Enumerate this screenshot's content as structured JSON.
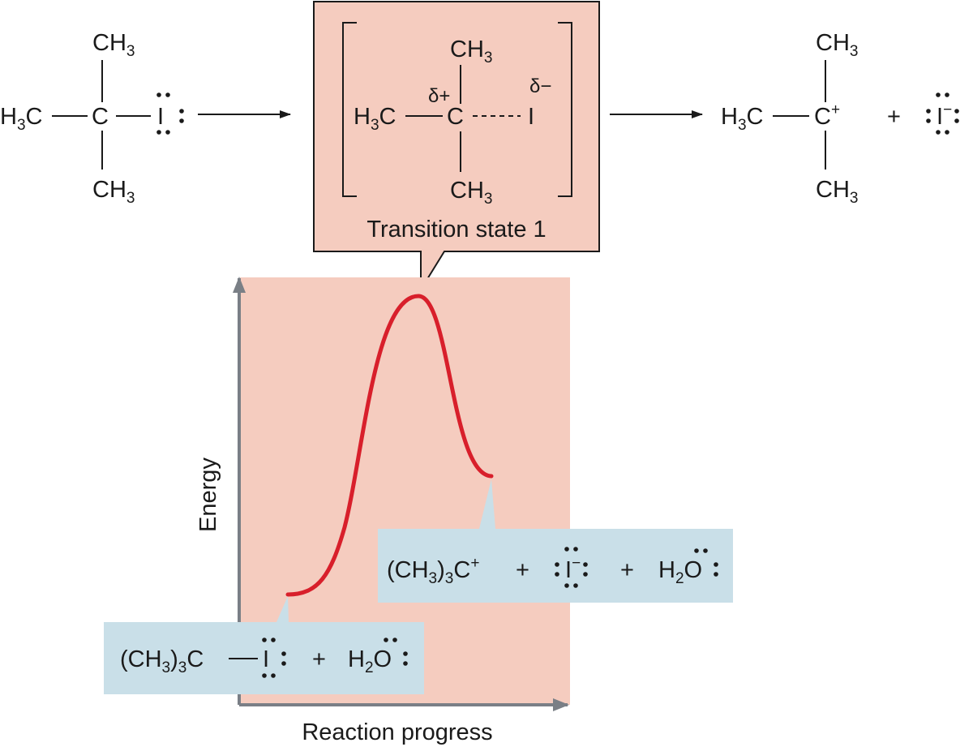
{
  "reactant": {
    "atom_top": "CH3",
    "atom_left": "H3C",
    "center": "C",
    "leaving": "I",
    "atom_bottom": "CH3"
  },
  "transition_state": {
    "atom_top": "CH3",
    "atom_left": "H3C",
    "center": "C",
    "leaving": "I",
    "atom_bottom": "CH3",
    "delta_plus": "δ+",
    "delta_minus": "δ−",
    "label": "Transition state 1"
  },
  "product": {
    "atom_top": "CH3",
    "atom_left": "H3C",
    "cation": "C+",
    "plus": "+",
    "anion": "I−",
    "atom_bottom": "CH3"
  },
  "plot": {
    "y_label": "Energy",
    "x_label": "Reaction progress",
    "start_label": {
      "group": "(CH3)3C",
      "iodine": "I",
      "plus": "+",
      "water": "H2O"
    },
    "end_label": {
      "cation": "(CH3)3C+",
      "plus1": "+",
      "iodide": "I−",
      "plus2": "+",
      "water": "H2O"
    }
  },
  "colors": {
    "highlight_pink": "#f5ccbf",
    "label_blue": "#c9dfe8",
    "curve_red": "#d81f2b",
    "axis_gray": "#7a7f86",
    "ink": "#1a1a1a"
  }
}
